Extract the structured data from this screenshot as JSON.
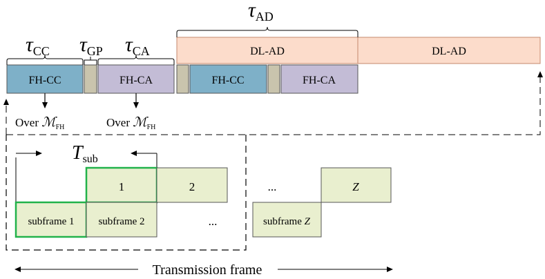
{
  "labels": {
    "tau": "τ",
    "cc_sub": "CC",
    "gp_sub": "GP",
    "ca_sub": "CA",
    "ad_sub": "AD",
    "fh_cc": "FH-CC",
    "fh_ca": "FH-CA",
    "dl_ad": "DL-AD",
    "over": "Over",
    "script_m": "ℳ",
    "fh_sub": "FH",
    "t_sym": "T",
    "t_sub": "sub",
    "slot_1": "1",
    "slot_2": "2",
    "slot_z": "Z",
    "ellipsis": "...",
    "subframe_1": "subframe 1",
    "subframe_2": "subframe 2",
    "subframe_z_text": "subframe ",
    "subframe_z_var": "Z",
    "transmission_frame": "Transmission frame"
  },
  "colors": {
    "fh_cc": "#7eb0c8",
    "gp": "#c9c4ad",
    "fh_ca": "#c3bcd6",
    "dl_ad": "#fcdccb",
    "dl_ad_stroke": "#c4886e",
    "subframe_fill": "#e9efcf",
    "highlight": "#21b24a",
    "block_stroke": "#555555"
  }
}
